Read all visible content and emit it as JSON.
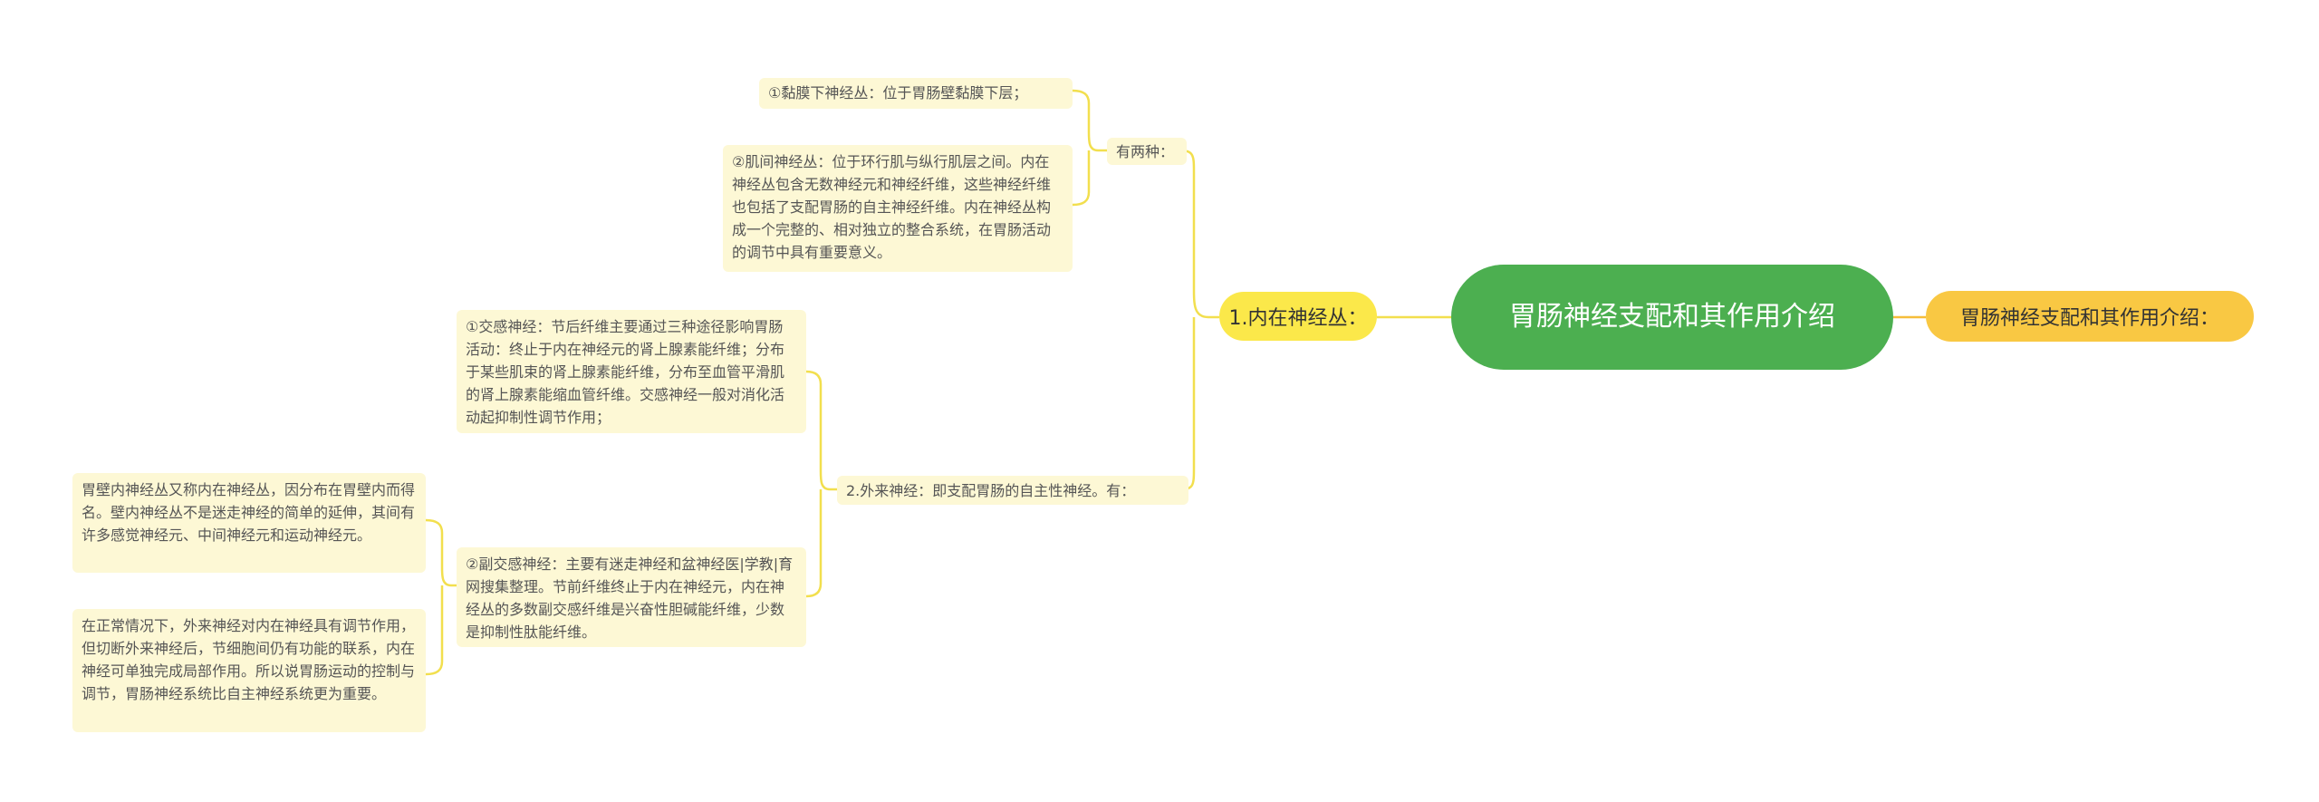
{
  "root": {
    "label": "胃肠神经支配和其作用介绍"
  },
  "summary": {
    "label": "胃肠神经支配和其作用介绍："
  },
  "branch1": {
    "label": "1.内在神经丛："
  },
  "branch1_sub": {
    "label": "有两种：",
    "items": [
      "①黏膜下神经丛：位于胃肠壁黏膜下层；",
      "②肌间神经丛：位于环行肌与纵行肌层之间。内在神经丛包含无数神经元和神经纤维，这些神经纤维也包括了支配胃肠的自主神经纤维。内在神经丛构成一个完整的、相对独立的整合系统，在胃肠活动的调节中具有重要意义。"
    ]
  },
  "branch2": {
    "label": "2.外来神经：即支配胃肠的自主性神经。有：",
    "items": [
      "①交感神经：节后纤维主要通过三种途径影响胃肠活动：终止于内在神经元的肾上腺素能纤维；分布于某些肌束的肾上腺素能纤维，分布至血管平滑肌的肾上腺素能缩血管纤维。交感神经一般对消化活动起抑制性调节作用；",
      "②副交感神经：主要有迷走神经和盆神经医|学教|育网搜集整理。节前纤维终止于内在神经元，内在神经丛的多数副交感纤维是兴奋性胆碱能纤维，少数是抑制性肽能纤维。"
    ],
    "parasympathetic_notes": [
      "胃壁内神经丛又称内在神经丛，因分布在胃壁内而得名。壁内神经丛不是迷走神经的简单的延伸，其间有许多感觉神经元、中间神经元和运动神经元。",
      "在正常情况下，外来神经对内在神经具有调节作用，但切断外来神经后，节细胞间仍有功能的联系，内在神经可单独完成局部作用。所以说胃肠运动的控制与调节，胃肠神经系统比自主神经系统更为重要。"
    ]
  },
  "colors": {
    "root_fill": "#4caf50",
    "summary_fill": "#f9c843",
    "branch_fill": "#fbe84a",
    "leaf_fill": "#fdf8d5",
    "connector": "#f2df4e",
    "summary_connector": "#f5bd3a"
  }
}
